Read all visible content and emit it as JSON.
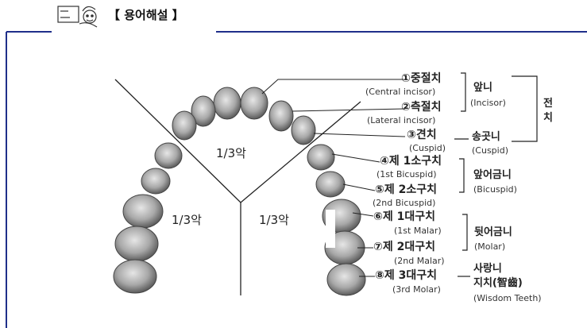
{
  "header": {
    "title": "【 용어해설 】",
    "icon": "notebook-cartoon-icon"
  },
  "thirds": [
    "1/3악",
    "1/3악",
    "1/3악"
  ],
  "teeth": [
    {
      "num_name": "①중절치",
      "eng": "(Central incisor)"
    },
    {
      "num_name": "②측절치",
      "eng": "(Lateral incisor)"
    },
    {
      "num_name": "③견치",
      "eng": "(Cuspid)"
    },
    {
      "num_name": "④제 1소구치",
      "eng": "(1st Bicuspid)"
    },
    {
      "num_name": "⑤제 2소구치",
      "eng": "(2nd Bicuspid)"
    },
    {
      "num_name": "⑥제 1대구치",
      "eng": "(1st Malar)"
    },
    {
      "num_name": "⑦제 2대구치",
      "eng": "(2nd Malar)"
    },
    {
      "num_name": "⑧제 3대구치",
      "eng": "(3rd Molar)"
    }
  ],
  "groups": {
    "incisor": {
      "ko": "앞니",
      "en": "(Incisor)"
    },
    "cuspid": {
      "ko": "송곳니",
      "en": "(Cuspid)"
    },
    "anterior": "전치",
    "bicuspid": {
      "ko": "앞어금니",
      "en": "(Bicuspid)"
    },
    "molar": {
      "ko": "뒷어금니",
      "en": "(Molar)"
    },
    "wisdom": {
      "ko1": "사랑니",
      "ko2": "지치(智齒)",
      "en": "(Wisdom Teeth)"
    }
  },
  "colors": {
    "frame": "#1f2f8a",
    "tooth": "#a0a0a0",
    "tooth_dark": "#555"
  }
}
